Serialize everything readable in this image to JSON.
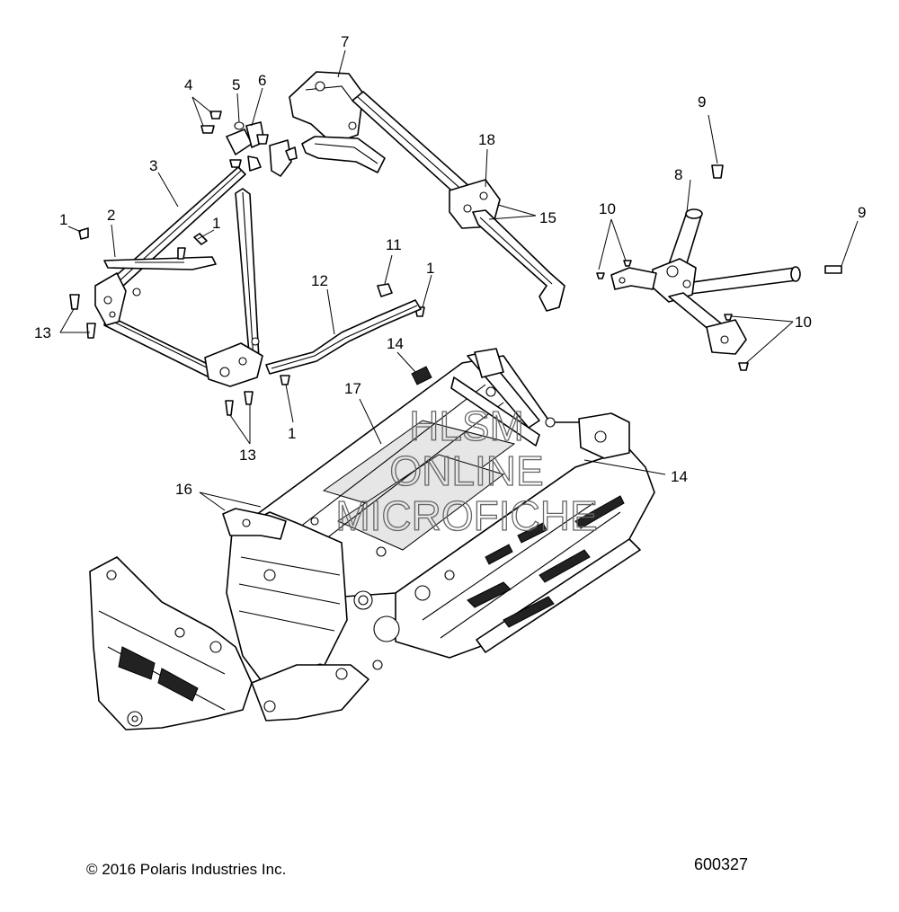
{
  "callouts": {
    "c1a": "1",
    "c1b": "1",
    "c1c": "1",
    "c1d": "1",
    "c2": "2",
    "c3": "3",
    "c4": "4",
    "c5": "5",
    "c6": "6",
    "c7": "7",
    "c8": "8",
    "c9a": "9",
    "c9b": "9",
    "c10a": "10",
    "c10b": "10",
    "c11": "11",
    "c12": "12",
    "c13a": "13",
    "c13b": "13",
    "c14a": "14",
    "c14b": "14",
    "c15": "15",
    "c16": "16",
    "c17": "17",
    "c18": "18"
  },
  "watermark": {
    "line1": "HLSM",
    "line2": "ONLINE",
    "line3": "MICROFICHE"
  },
  "footer": {
    "copyright": "© 2016 Polaris Industries Inc.",
    "drawing_number": "600327"
  }
}
